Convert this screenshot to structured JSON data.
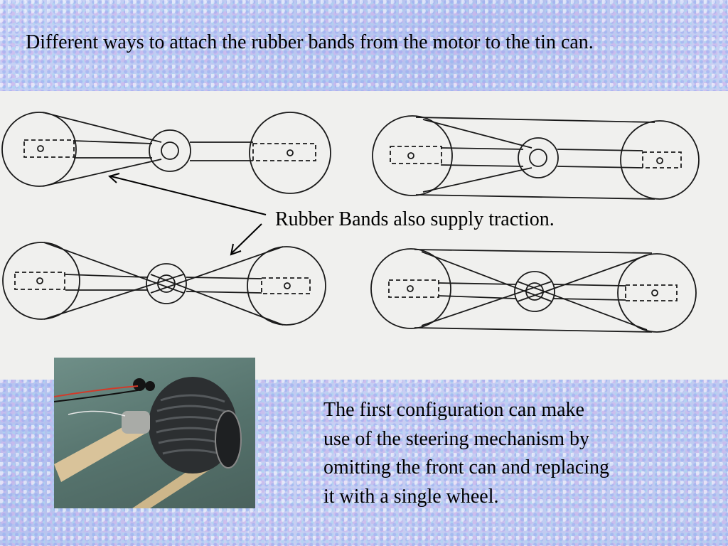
{
  "slide": {
    "title": "Different ways to attach the rubber bands from the motor to the tin can.",
    "callout": "Rubber Bands also supply traction.",
    "body_lines": [
      "The first configuration can make",
      "use of the steering mechanism by",
      "omitting the front can and replacing",
      "it with a single wheel."
    ]
  },
  "diagram": {
    "configurations": 4,
    "parts": [
      "rear-can",
      "motor-pulley",
      "front-can",
      "rubber-band"
    ]
  },
  "colors": {
    "background": "#b9c4ef",
    "panel": "#f0f0ee",
    "ink": "#1a1a1a"
  }
}
